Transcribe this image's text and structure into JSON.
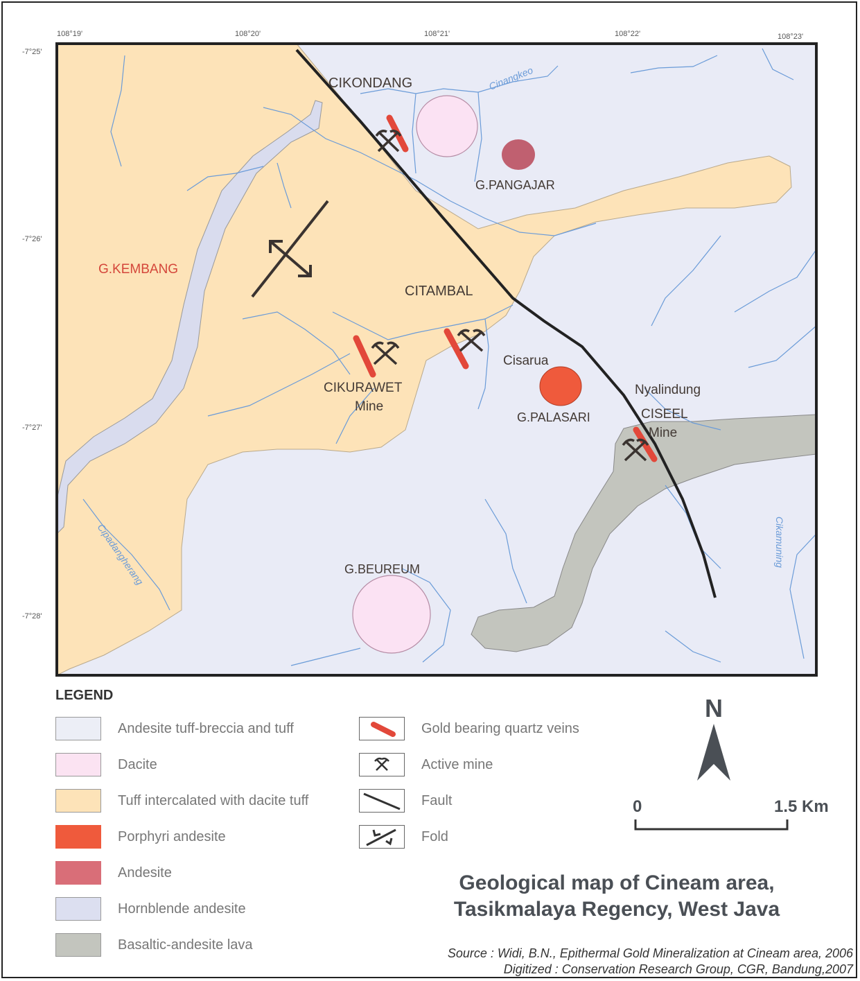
{
  "map": {
    "lon_ticks": [
      "108°19'",
      "108°20'",
      "108°21'",
      "108°22'",
      "108°23'"
    ],
    "lat_ticks": [
      "-7°25'",
      "-7°26'",
      "-7°27'",
      "-7°28'"
    ],
    "places": {
      "cikondang": "CIKONDANG",
      "cinangkeo": "Cinangkeo",
      "g_pangajar": "G.PANGAJAR",
      "g_kembang": "G.KEMBANG",
      "citambal": "CITAMBAL",
      "cisarua": "Cisarua",
      "cikurawet": "CIKURAWET",
      "cikurawet_mine": "Mine",
      "g_palasari": "G.PALASARI",
      "nyalindung": "Nyalindung",
      "ciseel": "CISEEL",
      "ciseel_mine": "Mine",
      "cipadangherang": "Cipadangherang",
      "cikamuning": "Cikamuning",
      "g_beureum": "G.BEUREUM"
    },
    "colors": {
      "background": "#e9ebf6",
      "tuff": "#fde3b8",
      "dacite": "#fbe2f3",
      "porphyri": "#ef5a3c",
      "andesite": "#c06070",
      "hornblende": "#d9dcee",
      "basaltic": "#c3c5be",
      "river": "#6a9bd8",
      "fault": "#222222",
      "vein": "#e2483a"
    }
  },
  "legend": {
    "title": "LEGEND",
    "units": [
      {
        "label": "Andesite tuff-breccia and tuff",
        "color": "#eceef6"
      },
      {
        "label": "Dacite",
        "color": "#fbe3f2"
      },
      {
        "label": "Tuff intercalated with dacite tuff",
        "color": "#fde3b8"
      },
      {
        "label": "Porphyri andesite",
        "color": "#ef5a3c"
      },
      {
        "label": "Andesite",
        "color": "#d96e78"
      },
      {
        "label": "Hornblende andesite",
        "color": "#dcdff0"
      },
      {
        "label": "Basaltic-andesite lava",
        "color": "#c3c5be"
      }
    ],
    "symbols": [
      {
        "label": "Gold bearing quartz veins",
        "icon": "vein-icon"
      },
      {
        "label": "Active mine",
        "icon": "mine-icon"
      },
      {
        "label": "Fault",
        "icon": "fault-icon"
      },
      {
        "label": "Fold",
        "icon": "fold-icon"
      }
    ]
  },
  "north_label": "N",
  "scale": {
    "start": "0",
    "end": "1.5 Km"
  },
  "title": {
    "line1": "Geological map of Cineam area,",
    "line2": "Tasikmalaya Regency, West Java"
  },
  "source": {
    "line1": "Source : Widi, B.N., Epithermal Gold Mineralization at Cineam area, 2006",
    "line2": "Digitized : Conservation Research Group, CGR, Bandung,2007"
  }
}
